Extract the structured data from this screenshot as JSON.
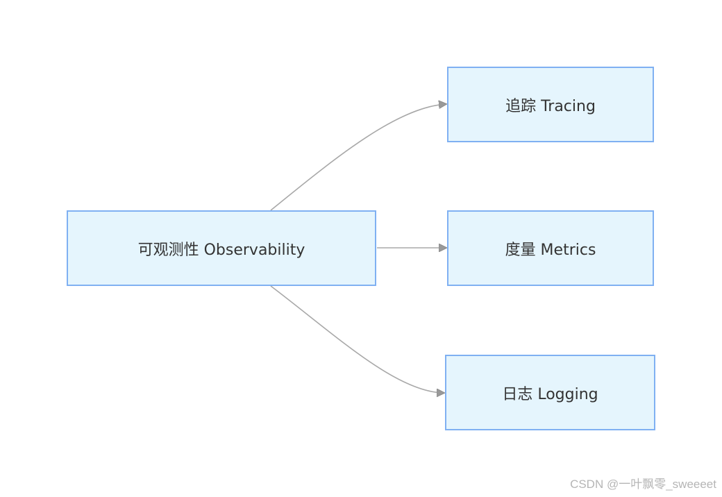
{
  "diagram": {
    "root": {
      "label": "可观测性 Observability"
    },
    "children": [
      {
        "id": "tracing",
        "label": "追踪 Tracing"
      },
      {
        "id": "metrics",
        "label": "度量 Metrics"
      },
      {
        "id": "logging",
        "label": "日志 Logging"
      }
    ],
    "colors": {
      "node_fill": "#e5f5fd",
      "node_border": "#7fb0f2",
      "edge": "#a8a8a8",
      "arrowhead": "#999999",
      "text": "#333333"
    }
  },
  "watermark": "CSDN @一叶飘零_sweeeet"
}
